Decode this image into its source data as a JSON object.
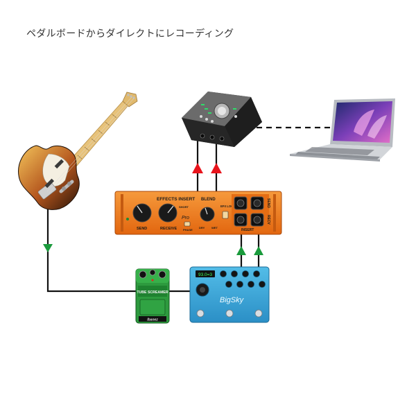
{
  "title": "ペダルボードからダイレクトにレコーディング",
  "interface": {
    "labels": [
      "EFFECTS INSERT",
      "SEND",
      "RECEIVE",
      "BLEND",
      "EFX LOOP",
      "DRY",
      "WET",
      "INSERT",
      "SEND",
      "RECV",
      "PHASE",
      "SHORT",
      "Pro"
    ]
  },
  "bigsky": {
    "display": "93.0=3",
    "brand": "BigSky"
  },
  "tubescreamer": {
    "name": "TUBE SCREAMER",
    "brand": "Ibanez"
  },
  "colors": {
    "cable": "#111111",
    "arrow_red": "#e8141c",
    "arrow_green": "#1a9a3c",
    "interface_orange": "#f07a1e",
    "bigsky_blue": "#3aa7d8",
    "ts_green": "#2d9a3e"
  }
}
